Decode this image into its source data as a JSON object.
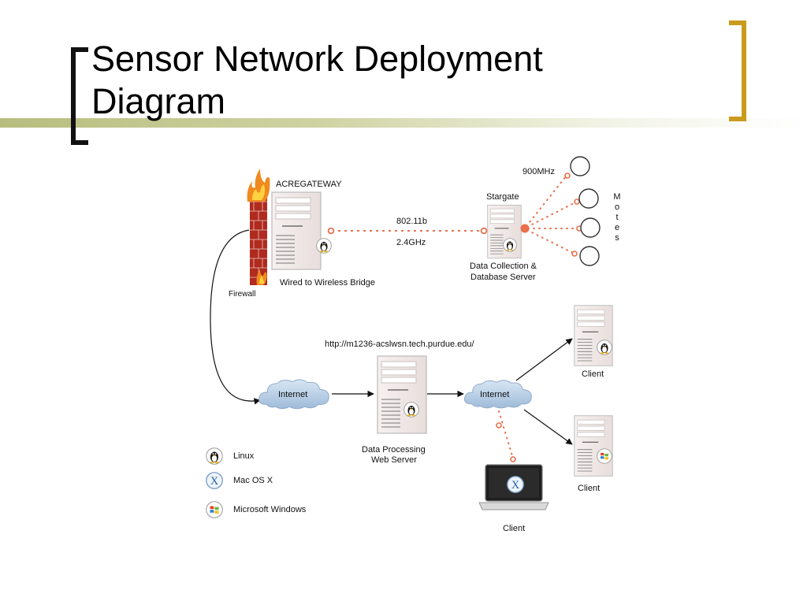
{
  "slide": {
    "title_line1": "Sensor Network Deployment",
    "title_line2": "Diagram"
  },
  "nodes": {
    "gateway": "ACREGATEWAY",
    "bridge": "Wired to Wireless Bridge",
    "firewall": "Firewall",
    "link_label_1": "802.11b",
    "link_label_2": "2.4GHz",
    "stargate": "Stargate",
    "dc_line1": "Data Collection &",
    "dc_line2": "Database Server",
    "freq": "900MHz",
    "motes": "Motes",
    "url": "http://m1236-acslwsn.tech.purdue.edu/",
    "internet_left": "Internet",
    "internet_right": "Internet",
    "web_line1": "Data Processing",
    "web_line2": "Web Server",
    "client_linux": "Client",
    "client_windows": "Client",
    "client_mac": "Client"
  },
  "legend": {
    "items": [
      {
        "icon": "linux-icon",
        "label": "Linux"
      },
      {
        "icon": "mac-os-x-icon",
        "label": "Mac OS X"
      },
      {
        "icon": "windows-icon",
        "label": "Microsoft Windows"
      }
    ]
  },
  "colors": {
    "accent_gold": "#c99a1c",
    "link_orange": "#e8704a",
    "cloud_blue": "#b9cfe6",
    "firewall_red": "#b02a1e",
    "title_band": "#b7bd7e"
  }
}
